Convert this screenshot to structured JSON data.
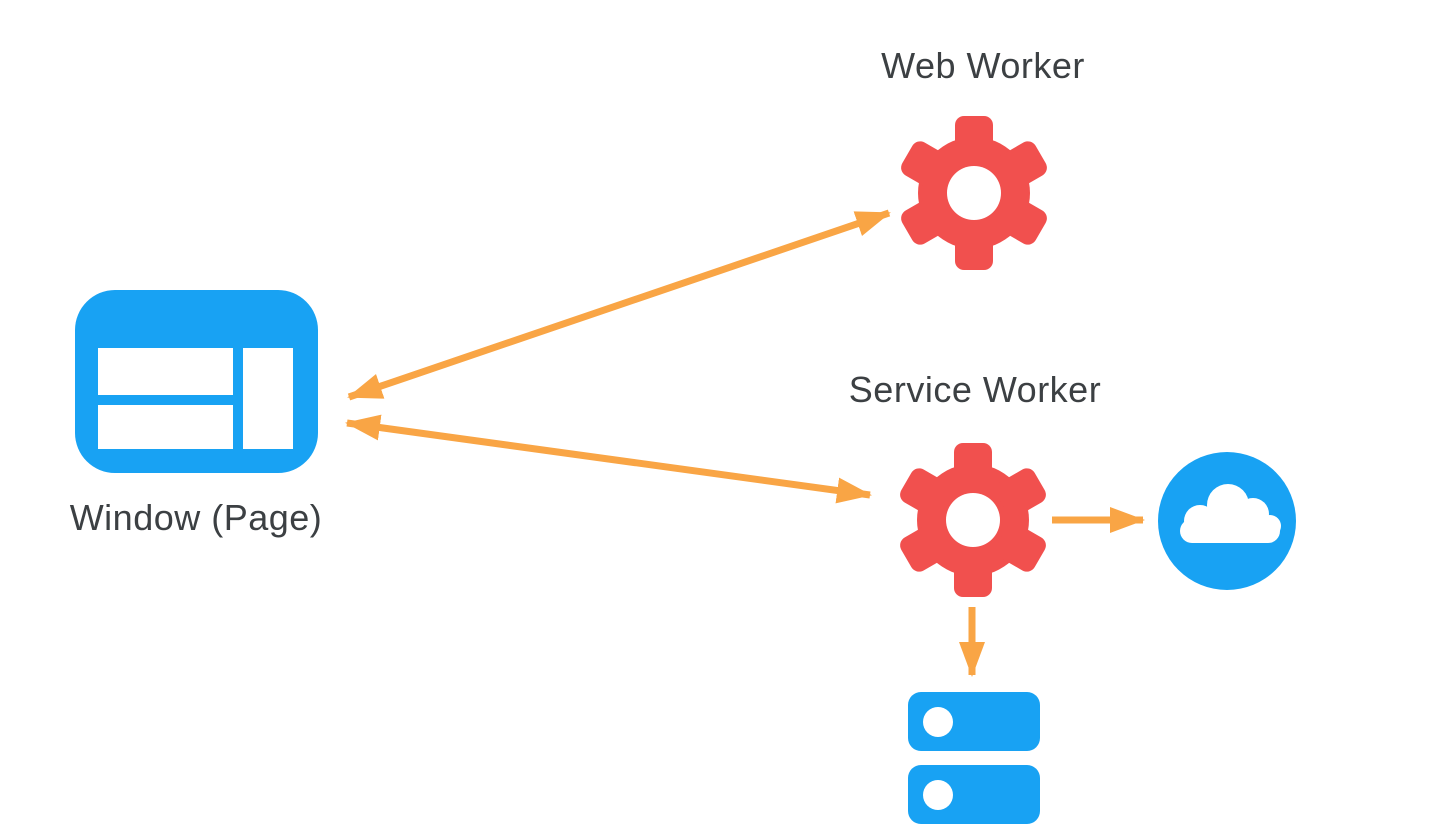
{
  "diagram": {
    "nodes": {
      "window": {
        "label": "Window (Page)",
        "icon": "browser-window-icon"
      },
      "web_worker": {
        "label": "Web Worker",
        "icon": "gear-icon"
      },
      "service_worker": {
        "label": "Service Worker",
        "icon": "gear-icon"
      },
      "network": {
        "label": "",
        "icon": "cloud-icon"
      },
      "storage": {
        "label": "",
        "icon": "database-icon"
      }
    },
    "edges": [
      {
        "from": "window",
        "to": "web_worker",
        "direction": "bidirectional"
      },
      {
        "from": "window",
        "to": "service_worker",
        "direction": "bidirectional"
      },
      {
        "from": "service_worker",
        "to": "network",
        "direction": "one-way"
      },
      {
        "from": "service_worker",
        "to": "storage",
        "direction": "one-way"
      }
    ]
  },
  "colors": {
    "blue": "#18a2f3",
    "red": "#f1504e",
    "orange": "#f9a545",
    "text": "#3c4043",
    "background": "#ffffff",
    "white": "#ffffff"
  }
}
